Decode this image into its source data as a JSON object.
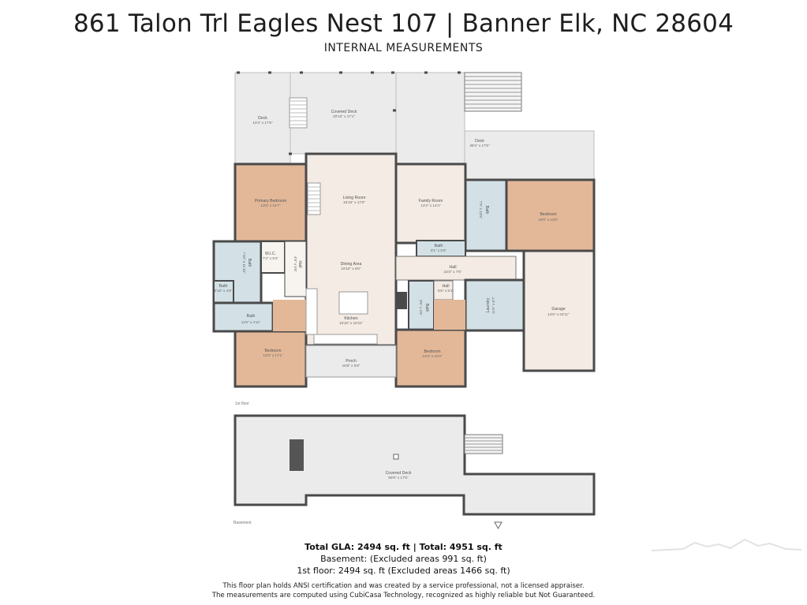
{
  "title": "861 Talon Trl Eagles Nest 107 | Banner Elk, NC 28604",
  "subtitle": "INTERNAL MEASUREMENTS",
  "floors": {
    "first": {
      "label": "1st floor",
      "rooms": {
        "deck_left": {
          "name": "Deck",
          "dim": "10'4\" x 17'5\""
        },
        "covered_deck": {
          "name": "Covered Deck",
          "dim": "20'10\" x 17'1\""
        },
        "deck_right": {
          "name": "Deck",
          "dim": "38'4\" x 17'5\""
        },
        "primary_bedroom": {
          "name": "Primary Bedroom",
          "dim": "13'8\" x 14'7\""
        },
        "living_room": {
          "name": "Living Room",
          "dim": "16'10\" x 17'0\""
        },
        "family_room": {
          "name": "Family Room",
          "dim": "13'4\" x 14'4\""
        },
        "bath_ne": {
          "name": "Bath",
          "dim": "7'6\" x 13'5\""
        },
        "bedroom_ne": {
          "name": "Bedroom",
          "dim": "19'0\" x 13'5\""
        },
        "bath_primary": {
          "name": "Bath",
          "dim": "7'10\" x 11'10\""
        },
        "wic": {
          "name": "W.I.C.",
          "dim": "7'4\" x 6'4\""
        },
        "hall_left": {
          "name": "Hall",
          "dim": "4'8\" x 5'6\""
        },
        "dining": {
          "name": "Dining Area",
          "dim": "16'10\" x 9'0\""
        },
        "bath_small": {
          "name": "Bath",
          "dim": "9'1\" x 5'5\""
        },
        "hall_center": {
          "name": "Hall",
          "dim": "23'3\" x 7'5\""
        },
        "hall_tiny": {
          "name": "Hall",
          "dim": "5'5\" x 5'1\""
        },
        "bath_sw_small": {
          "name": "Bath",
          "dim": "5'10\" x 4'5\""
        },
        "bath_sw": {
          "name": "Bath",
          "dim": "11'5\" x 4'11\""
        },
        "kitchen": {
          "name": "Kitchen",
          "dim": "16'10\" x 10'11\""
        },
        "bath_mid": {
          "name": "Bath",
          "dim": "9'5\" x 4'5\""
        },
        "laundry": {
          "name": "Laundry",
          "dim": "11'0\" x 6'7\""
        },
        "garage": {
          "name": "Garage",
          "dim": "14'6\" x 22'11\""
        },
        "bedroom_sw": {
          "name": "Bedroom",
          "dim": "13'4\" x 17'1\""
        },
        "porch": {
          "name": "Porch",
          "dim": "16'8\" x 5'8\""
        },
        "bedroom_s": {
          "name": "Bedroom",
          "dim": "13'4\" x 10'4\""
        }
      }
    },
    "basement": {
      "label": "Basement",
      "rooms": {
        "covered_deck": {
          "name": "Covered Deck",
          "dim": "69'6\" x 17'5\""
        }
      }
    }
  },
  "summary": {
    "total": "Total GLA: 2494 sq. ft | Total: 4951 sq. ft",
    "basement": "Basement: (Excluded areas 991 sq. ft)",
    "first_floor": "1st floor: 2494 sq. ft (Excluded areas 1466 sq. ft)"
  },
  "disclaimer": {
    "line1": "This floor plan holds ANSI certification and was created by a service professional, not a licensed appraiser.",
    "line2": "The measurements are computed using CubiCasa Technology, recognized as highly reliable but Not Guaranteed."
  },
  "colors": {
    "bedroom": "#e3b898",
    "bath": "#d3e1e6",
    "living": "#f3ebe4",
    "deck": "#ebebeb",
    "wall": "#4a4a4a"
  }
}
